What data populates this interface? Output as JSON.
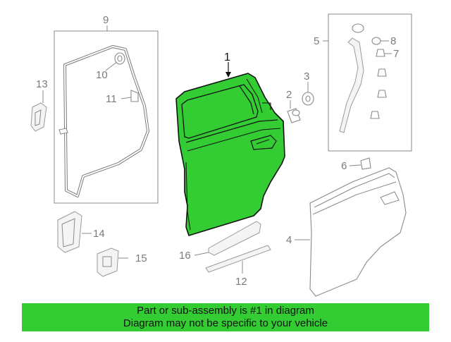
{
  "diagram": {
    "callouts": {
      "c1": "1",
      "c2": "2",
      "c3": "3",
      "c4": "4",
      "c5": "5",
      "c6": "6",
      "c7": "7",
      "c8": "8",
      "c9": "9",
      "c10": "10",
      "c11": "11",
      "c12": "12",
      "c13": "13",
      "c14": "14",
      "c15": "15",
      "c16": "16"
    },
    "highlight_color": "#33cc33"
  },
  "banner": {
    "line1": "Part or sub-assembly is #1 in diagram",
    "line2": "Diagram may not be specific to your vehicle"
  }
}
